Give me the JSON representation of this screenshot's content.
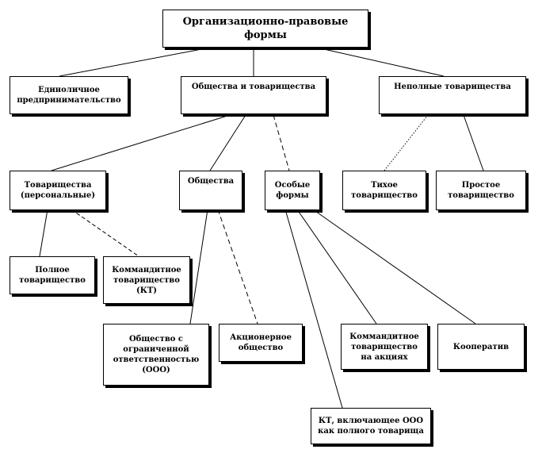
{
  "nodes": {
    "root": "Организационно-правовые формы",
    "single": "Единоличное предпринимательство",
    "societies_partnerships": "Общества и товарищества",
    "incomplete_partnerships": "Неполные товарищества",
    "personal_partnerships": "Товарищества (персональные)",
    "societies": "Общества",
    "special_forms": "Особые формы",
    "silent_partnership": "Тихое товарищество",
    "simple_partnership": "Простое товарищество",
    "full_partnership": "Полное товарищество",
    "limited_partnership": "Коммандитное товарищество (КТ)",
    "llc": "Общество с ограниченной ответственностью (ООО)",
    "joint_stock": "Акционерное общество",
    "limited_partnership_shares": "Коммандитное товарищество на акциях",
    "cooperative": "Кооператив",
    "kt_llc": "КТ, включающее ООО как полного товарища"
  },
  "colors": {
    "border": "#000000",
    "shadow": "#000000",
    "background": "#ffffff",
    "line": "#000000"
  }
}
